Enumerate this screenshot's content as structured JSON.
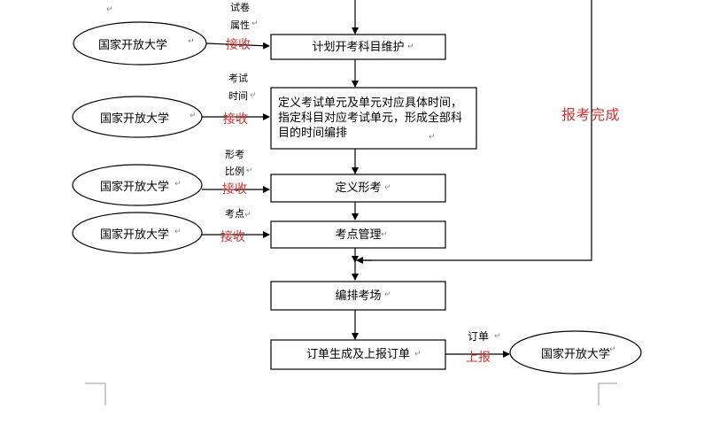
{
  "receivers": [
    {
      "oval": "国家开放大学",
      "data_top": "试卷",
      "data_bottom": "属性",
      "action": "接收"
    },
    {
      "oval": "国家开放大学",
      "data_top": "考试",
      "data_bottom": "时间",
      "action": "接收"
    },
    {
      "oval": "国家开放大学",
      "data_top": "形考",
      "data_bottom": "比例",
      "action": "接收"
    },
    {
      "oval": "国家开放大学",
      "data_top": "考点",
      "data_bottom": "",
      "action": "接收"
    }
  ],
  "steps": [
    {
      "label": "计划开考科目维护"
    },
    {
      "label": "定义考试单元及单元对应具体时间，指定科目对应考试单元，形成全部科目的时间编排"
    },
    {
      "label": "定义形考"
    },
    {
      "label": "考点管理"
    },
    {
      "label": "编排考场"
    },
    {
      "label": "订单生成及上报订单"
    }
  ],
  "report": {
    "data": "订单",
    "action": "上报",
    "oval": "国家开放大学"
  },
  "loop_label": "报考完成",
  "marks": {
    "return": "↵",
    "para": "↵"
  }
}
